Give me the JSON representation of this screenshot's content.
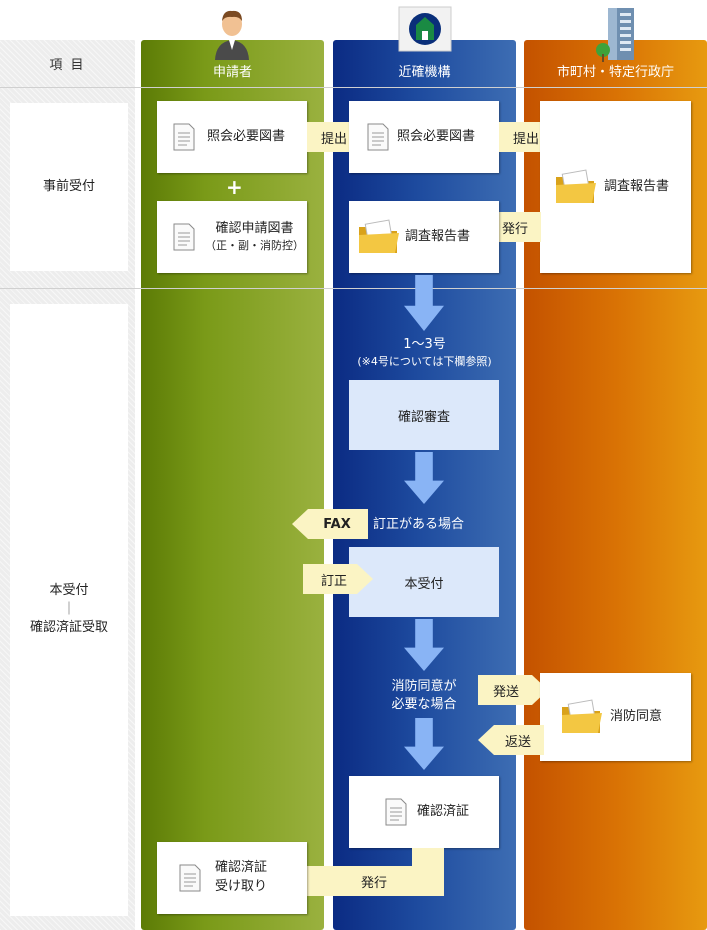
{
  "header": {
    "item_label": "項 目",
    "lanes": [
      "申請者",
      "近確機構",
      "市町村・特定行政庁"
    ]
  },
  "rows": {
    "pre": "事前受付",
    "main_line1": "本受付",
    "main_line2": "｜",
    "main_line3": "確認済証受取"
  },
  "pre_section": {
    "applicant_doc1": "照会必要図書",
    "plus": "+",
    "applicant_doc2_line1": "確認申請図書",
    "applicant_doc2_line2": "（正・副・消防控）",
    "submit1": "提出",
    "agency_doc1": "照会必要図書",
    "submit2": "提出",
    "city_doc": "調査報告書",
    "issue": "発行",
    "agency_doc2": "調査報告書"
  },
  "main_section": {
    "scope_line1": "1～3号",
    "scope_line2": "(※4号については下欄参照)",
    "review": "確認審査",
    "fax": "FAX",
    "correction_case": "訂正がある場合",
    "correction": "訂正",
    "main_accept": "本受付",
    "fire_case_line1": "消防同意が",
    "fire_case_line2": "必要な場合",
    "send": "発送",
    "fire_consent": "消防同意",
    "return": "返送",
    "certificate": "確認済証",
    "issue": "発行",
    "receive_line1": "確認済証",
    "receive_line2": "受け取り"
  },
  "icons": {
    "applicant": "person-icon",
    "agency": "agency-logo-icon",
    "city": "building-icon",
    "document": "document-icon",
    "folder": "folder-icon"
  },
  "colors": {
    "applicant_lane": "#7a9a18",
    "agency_lane": "#1d4a9e",
    "city_lane": "#d97204",
    "arrow_fill": "#fbf4c4",
    "down_arrow": "#89b4f5",
    "light_box": "#dce8fa"
  }
}
